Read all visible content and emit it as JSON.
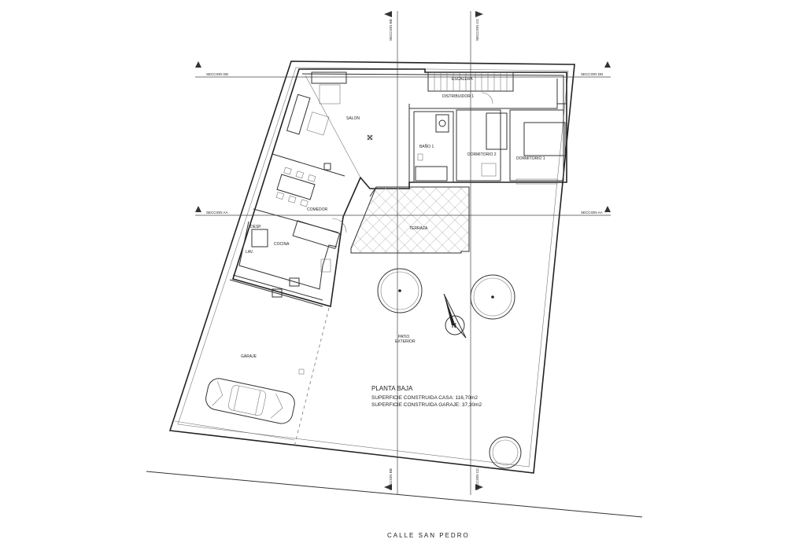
{
  "sections": {
    "aa_left": "SECCION AA",
    "aa_right": "SECCION AA",
    "bb_top": "SECCION BB",
    "bb_bottom": "SECCION BB",
    "cc_top": "SECCION CC",
    "cc_bottom": "SECCION CC",
    "dd_left": "SECCION DD",
    "dd_right": "SECCION DD"
  },
  "rooms": {
    "salon": "SALON",
    "escalera": "ESCALERA",
    "distribuidor": "DISTRIBUIDOR 1",
    "bano": "BAÑO 1",
    "dormitorio2": "DORMITORIO 2",
    "dormitorio1": "DORMITORIO 1",
    "comedor": "COMEDOR",
    "desp": "DESP.",
    "cocina": "COCINA",
    "lav": "LAV.",
    "terraza": "TERRAZA",
    "patio_line1": "PATIO",
    "patio_line2": "EXTERIOR",
    "garaje": "GARAJE"
  },
  "info": {
    "title": "PLANTA BAJA",
    "superficie_casa": "SUPERFICIE CONSTRUIDA CASA: 116,70m2",
    "superficie_garaje": "SUPERFICIE CONSTRUIDA GARAJE: 37,30m2"
  },
  "compass": {
    "label": "N"
  },
  "street": {
    "name": "CALLE SAN PEDRO"
  }
}
